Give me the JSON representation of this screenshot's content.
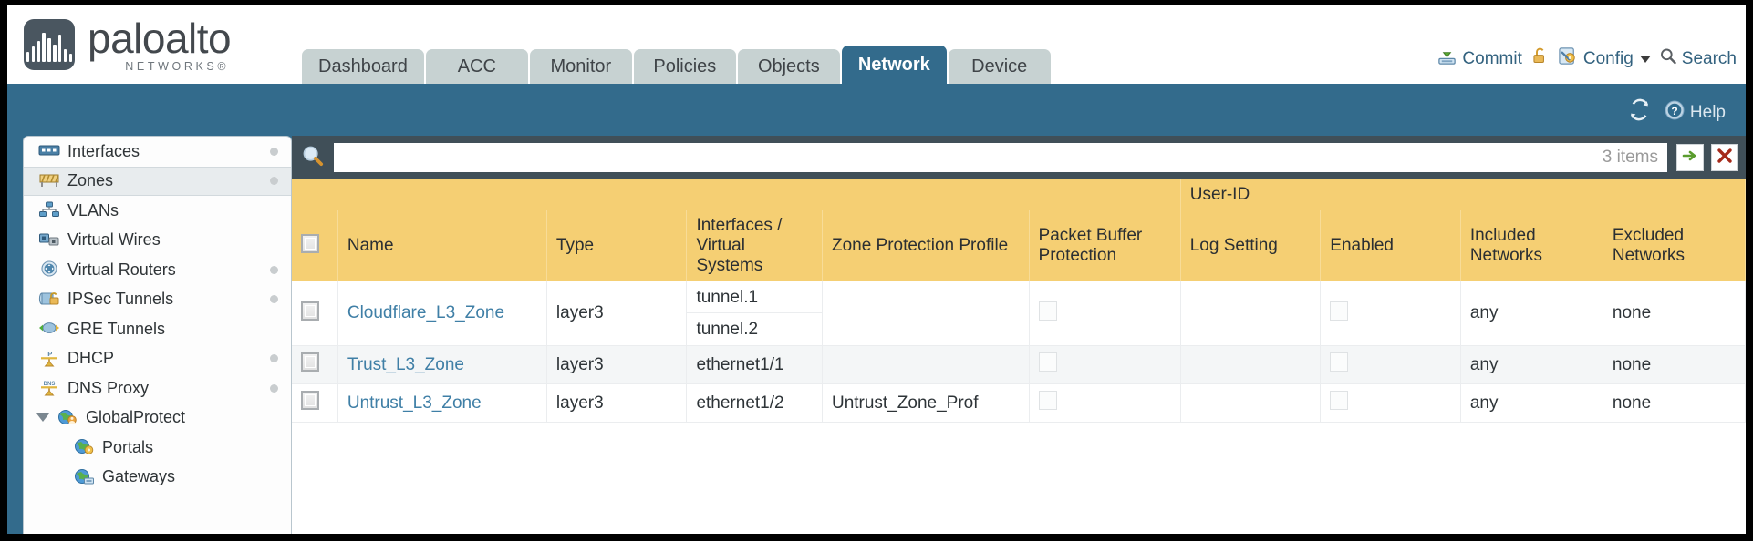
{
  "brand": {
    "name": "paloalto",
    "tagline": "NETWORKS",
    "registered": "®"
  },
  "tabs": [
    {
      "label": "Dashboard",
      "active": false
    },
    {
      "label": "ACC",
      "active": false
    },
    {
      "label": "Monitor",
      "active": false
    },
    {
      "label": "Policies",
      "active": false
    },
    {
      "label": "Objects",
      "active": false
    },
    {
      "label": "Network",
      "active": true
    },
    {
      "label": "Device",
      "active": false
    }
  ],
  "top_actions": {
    "commit": "Commit",
    "config": "Config",
    "search": "Search",
    "lock_icon": "lock-icon",
    "commit_icon": "commit-save-icon",
    "config_icon": "config-wrench-icon",
    "search_icon": "search-magnifier-icon"
  },
  "band": {
    "refresh_icon": "refresh-icon",
    "help_icon": "help-question-icon",
    "help_label": "Help"
  },
  "sidebar": {
    "items": [
      {
        "label": "Interfaces",
        "icon": "interfaces-icon",
        "selected": false,
        "dot": true,
        "child": false,
        "caret": false
      },
      {
        "label": "Zones",
        "icon": "zones-icon",
        "selected": true,
        "dot": true,
        "child": false,
        "caret": false
      },
      {
        "label": "VLANs",
        "icon": "vlans-icon",
        "selected": false,
        "dot": false,
        "child": false,
        "caret": false
      },
      {
        "label": "Virtual Wires",
        "icon": "virtual-wires-icon",
        "selected": false,
        "dot": false,
        "child": false,
        "caret": false
      },
      {
        "label": "Virtual Routers",
        "icon": "virtual-routers-icon",
        "selected": false,
        "dot": true,
        "child": false,
        "caret": false
      },
      {
        "label": "IPSec Tunnels",
        "icon": "ipsec-tunnels-icon",
        "selected": false,
        "dot": true,
        "child": false,
        "caret": false
      },
      {
        "label": "GRE Tunnels",
        "icon": "gre-tunnels-icon",
        "selected": false,
        "dot": false,
        "child": false,
        "caret": false
      },
      {
        "label": "DHCP",
        "icon": "dhcp-icon",
        "selected": false,
        "dot": true,
        "child": false,
        "caret": false
      },
      {
        "label": "DNS Proxy",
        "icon": "dns-proxy-icon",
        "selected": false,
        "dot": true,
        "child": false,
        "caret": false
      },
      {
        "label": "GlobalProtect",
        "icon": "globalprotect-icon",
        "selected": false,
        "dot": false,
        "child": false,
        "caret": true
      },
      {
        "label": "Portals",
        "icon": "portals-icon",
        "selected": false,
        "dot": false,
        "child": true,
        "caret": false
      },
      {
        "label": "Gateways",
        "icon": "gateways-icon",
        "selected": false,
        "dot": false,
        "child": true,
        "caret": false
      }
    ]
  },
  "search_bar": {
    "icon": "search-magnifier-icon",
    "value": "",
    "placeholder": "",
    "items_count": "3 items",
    "apply_icon": "green-arrow-icon",
    "clear_icon": "red-x-icon"
  },
  "table": {
    "group_header": "User-ID",
    "columns": [
      "Name",
      "Type",
      "Interfaces / Virtual Systems",
      "Zone Protection Profile",
      "Packet Buffer Protection",
      "Log Setting",
      "Enabled",
      "Included Networks",
      "Excluded Networks"
    ],
    "rows": [
      {
        "selected": false,
        "name": "Cloudflare_L3_Zone",
        "type": "layer3",
        "interfaces": [
          "tunnel.1",
          "tunnel.2"
        ],
        "zone_protection_profile": "",
        "packet_buffer_protection": false,
        "log_setting": "",
        "userid_enabled": false,
        "included_networks": "any",
        "excluded_networks": "none"
      },
      {
        "selected": false,
        "name": "Trust_L3_Zone",
        "type": "layer3",
        "interfaces": [
          "ethernet1/1"
        ],
        "zone_protection_profile": "",
        "packet_buffer_protection": false,
        "log_setting": "",
        "userid_enabled": false,
        "included_networks": "any",
        "excluded_networks": "none"
      },
      {
        "selected": false,
        "name": "Untrust_L3_Zone",
        "type": "layer3",
        "interfaces": [
          "ethernet1/2"
        ],
        "zone_protection_profile": "Untrust_Zone_Prof",
        "packet_buffer_protection": false,
        "log_setting": "",
        "userid_enabled": false,
        "included_networks": "any",
        "excluded_networks": "none"
      }
    ]
  },
  "colors": {
    "brand_blue": "#336b8c",
    "header_yellow": "#f5cf73",
    "group_yellow": "#e6b94d",
    "tab_inactive": "#c7d2d2",
    "search_bar_dark": "#404f58",
    "link_blue": "#3f7fa6"
  }
}
